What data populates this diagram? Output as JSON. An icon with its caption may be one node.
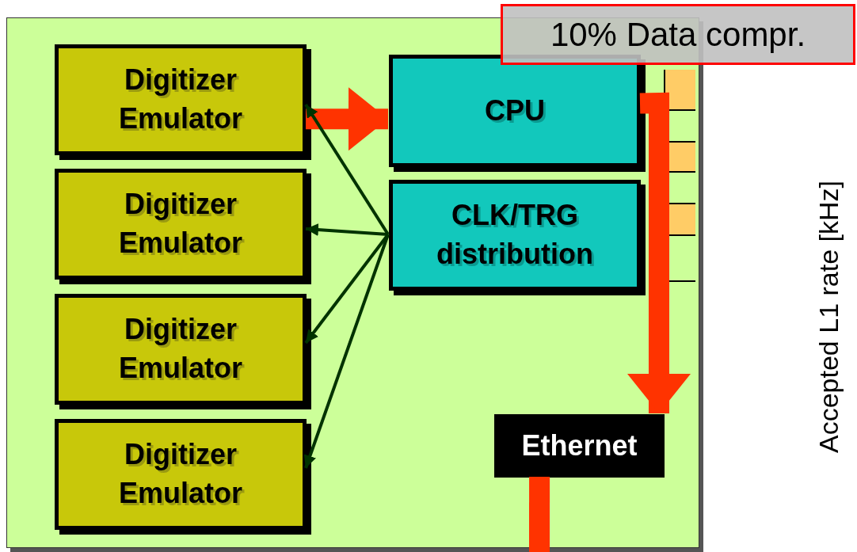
{
  "diagram": {
    "nodes": [
      {
        "text": [],
        "shape": "box"
      },
      {
        "text": [
          "Digitizer Emulator"
        ],
        "in": 0
      },
      {
        "text": [
          "Digitizer Emulator"
        ],
        "in": 0
      },
      {
        "text": [
          "Digitizer Emulator"
        ],
        "in": 0
      },
      {
        "text": [
          "Digitizer Emulator"
        ],
        "in": 0
      },
      {
        "text": [
          "CPU"
        ],
        "in": 0
      },
      {
        "text": [
          "CLK/TRG distribution"
        ],
        "in": 0
      },
      {
        "text": [
          "Ethernet"
        ],
        "in": 0
      },
      {
        "text": [
          "10% Data compr."
        ]
      }
    ],
    "edges": [
      {
        "from": 1,
        "to": 5,
        "arrow": "to",
        "style": "thick",
        "color": "#ff3300"
      },
      {
        "from": 5,
        "to": 7,
        "arrow": "to",
        "style": "thick",
        "color": "#ff3300"
      },
      {
        "from": 7,
        "to": null,
        "arrow": "none",
        "style": "thick",
        "color": "#ff3300"
      },
      {
        "from": 6,
        "to": 1,
        "arrow": "to"
      },
      {
        "from": 6,
        "to": 2,
        "arrow": "to"
      },
      {
        "from": 6,
        "to": 3,
        "arrow": "to"
      },
      {
        "from": 6,
        "to": 4,
        "arrow": "to"
      }
    ],
    "labels": [
      "Accepted L1 rate [kHz]"
    ]
  }
}
